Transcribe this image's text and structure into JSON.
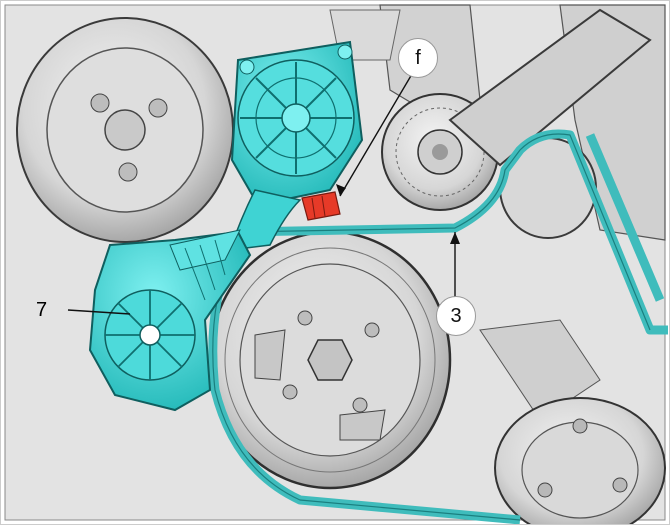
{
  "diagram": {
    "callouts": {
      "f": "f",
      "three": "3",
      "seven": "7"
    },
    "colors": {
      "engine_gray": "#d9d9d9",
      "engine_light": "#ececec",
      "engine_shadow": "#a9a9a9",
      "outline": "#3a3a3a",
      "highlight_cyan": "#3fd3d3",
      "highlight_cyan_dark": "#1aa9a9",
      "belt_teal": "#3fbcbc",
      "marker_red": "#e63a28",
      "callout_line": "#111111"
    }
  }
}
